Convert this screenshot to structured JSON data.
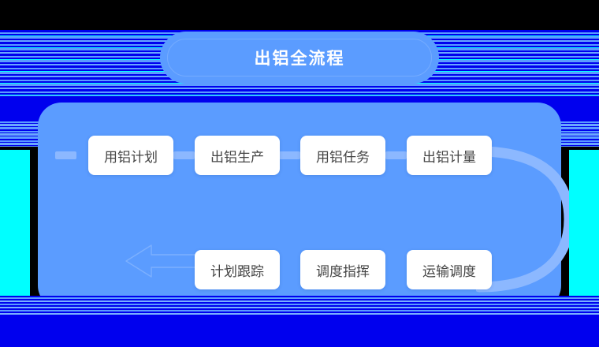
{
  "diagram": {
    "title": "出铝全流程",
    "panel_color": "#5b9cff",
    "node_text_color": "#444444",
    "connector_color": "#8cb8ff",
    "title_color": "#ffffff",
    "glitch_colors": {
      "pure_blue": "#0000ee",
      "cyan": "#00ffff"
    },
    "rows": [
      {
        "name": "row-1",
        "direction": "left-to-right",
        "nodes": [
          {
            "label": "用铝计划"
          },
          {
            "label": "出铝生产"
          },
          {
            "label": "用铝任务"
          },
          {
            "label": "出铝计量"
          }
        ]
      },
      {
        "name": "row-2",
        "direction": "right-to-left",
        "nodes": [
          {
            "label": "计划跟踪"
          },
          {
            "label": "调度指挥"
          },
          {
            "label": "运输调度"
          }
        ]
      }
    ],
    "connectors": {
      "bar_count": 4,
      "curve_label": "return-curve-right",
      "arrow_label": "flow-arrow-left"
    }
  }
}
